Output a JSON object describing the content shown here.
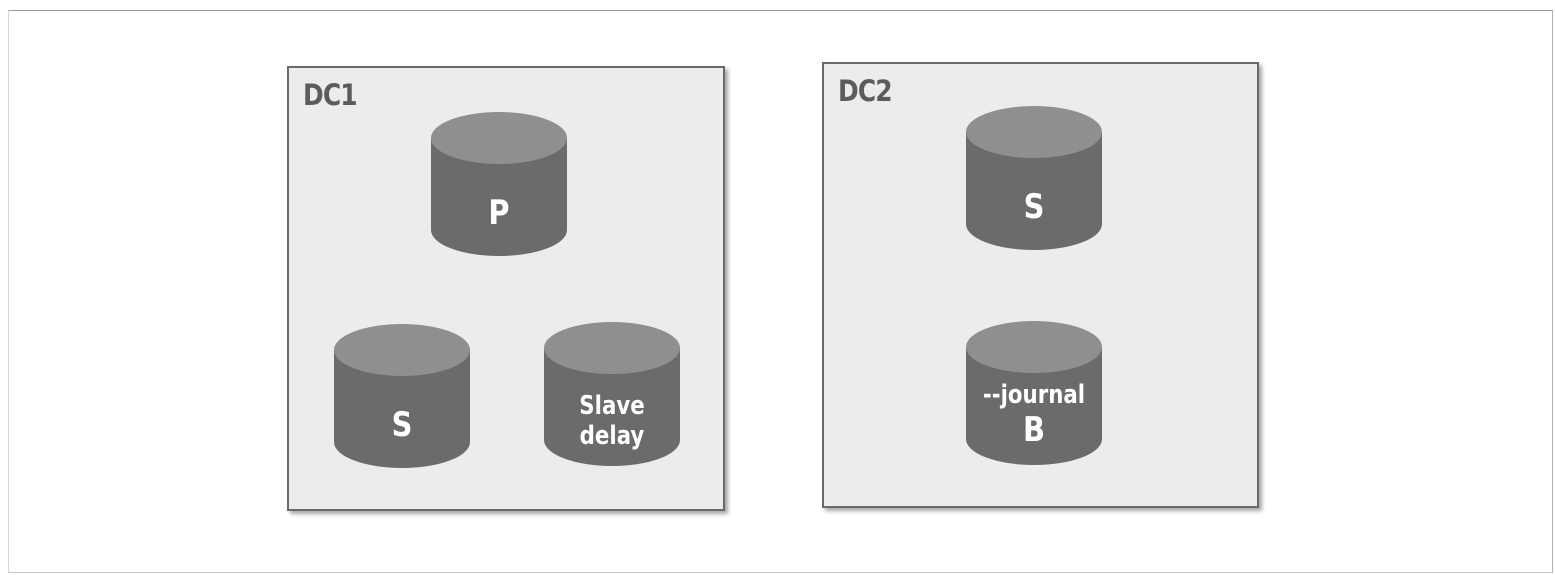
{
  "colors": {
    "box_fill": "#ececec",
    "box_border": "#6a6a6a",
    "cylinder_body": "#6b6b6b",
    "cylinder_top": "#8f8f8f",
    "label_text": "#5c5c5c",
    "cylinder_text": "#ffffff"
  },
  "dc1": {
    "label": "DC1",
    "nodes": {
      "primary": "P",
      "secondary": "S",
      "delayed_line1": "Slave",
      "delayed_line2": "delay"
    }
  },
  "dc2": {
    "label": "DC2",
    "nodes": {
      "secondary": "S",
      "backup_line1": "--journal",
      "backup_line2": "B"
    }
  }
}
